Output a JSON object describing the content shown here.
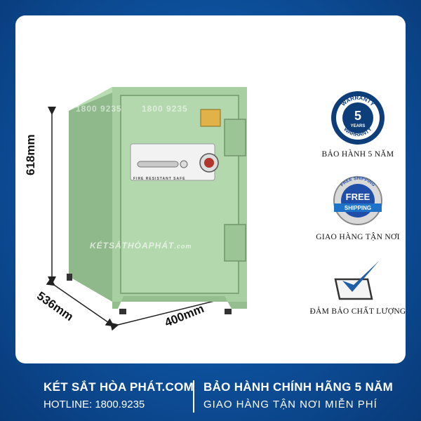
{
  "dimensions": {
    "height": "618mm",
    "depth": "536mm",
    "width": "400mm"
  },
  "product": {
    "hotline_watermark": "1800 9235",
    "door_label": "FIRE RESISTANT SAFE",
    "site_watermark_main": "KÉTSẮTHÒAPHÁT",
    "site_watermark_suffix": ".com",
    "body_color": "#a8cfa2"
  },
  "badges": [
    {
      "label": "BẢO HÀNH 5 NĂM",
      "icon": "warranty-5-years-seal",
      "seal_top": "WARRANTY",
      "seal_bottom": "WARRANTY",
      "seal_number": "5",
      "seal_unit": "YEARS"
    },
    {
      "label": "GIAO HÀNG TẬN NƠI",
      "icon": "free-shipping-seal",
      "seal_top": "FREE SHIPPING",
      "seal_main": "FREE",
      "seal_ribbon": "SHIPPING"
    },
    {
      "label": "ĐẢM BẢO CHẤT LƯỢNG",
      "icon": "quality-checkbox"
    }
  ],
  "footer": {
    "brand": "KÉT SẮT HÒA PHÁT.COM",
    "hotline": "HOTLINE: 1800.9235",
    "warranty": "BẢO HÀNH CHÍNH HÃNG 5 NĂM",
    "shipping": "GIAO HÀNG TẬN NƠI MIỄN PHÍ"
  },
  "colors": {
    "background": "#0d4f9a",
    "accent_blue": "#1565c0",
    "check_blue": "#1e5fa8"
  }
}
